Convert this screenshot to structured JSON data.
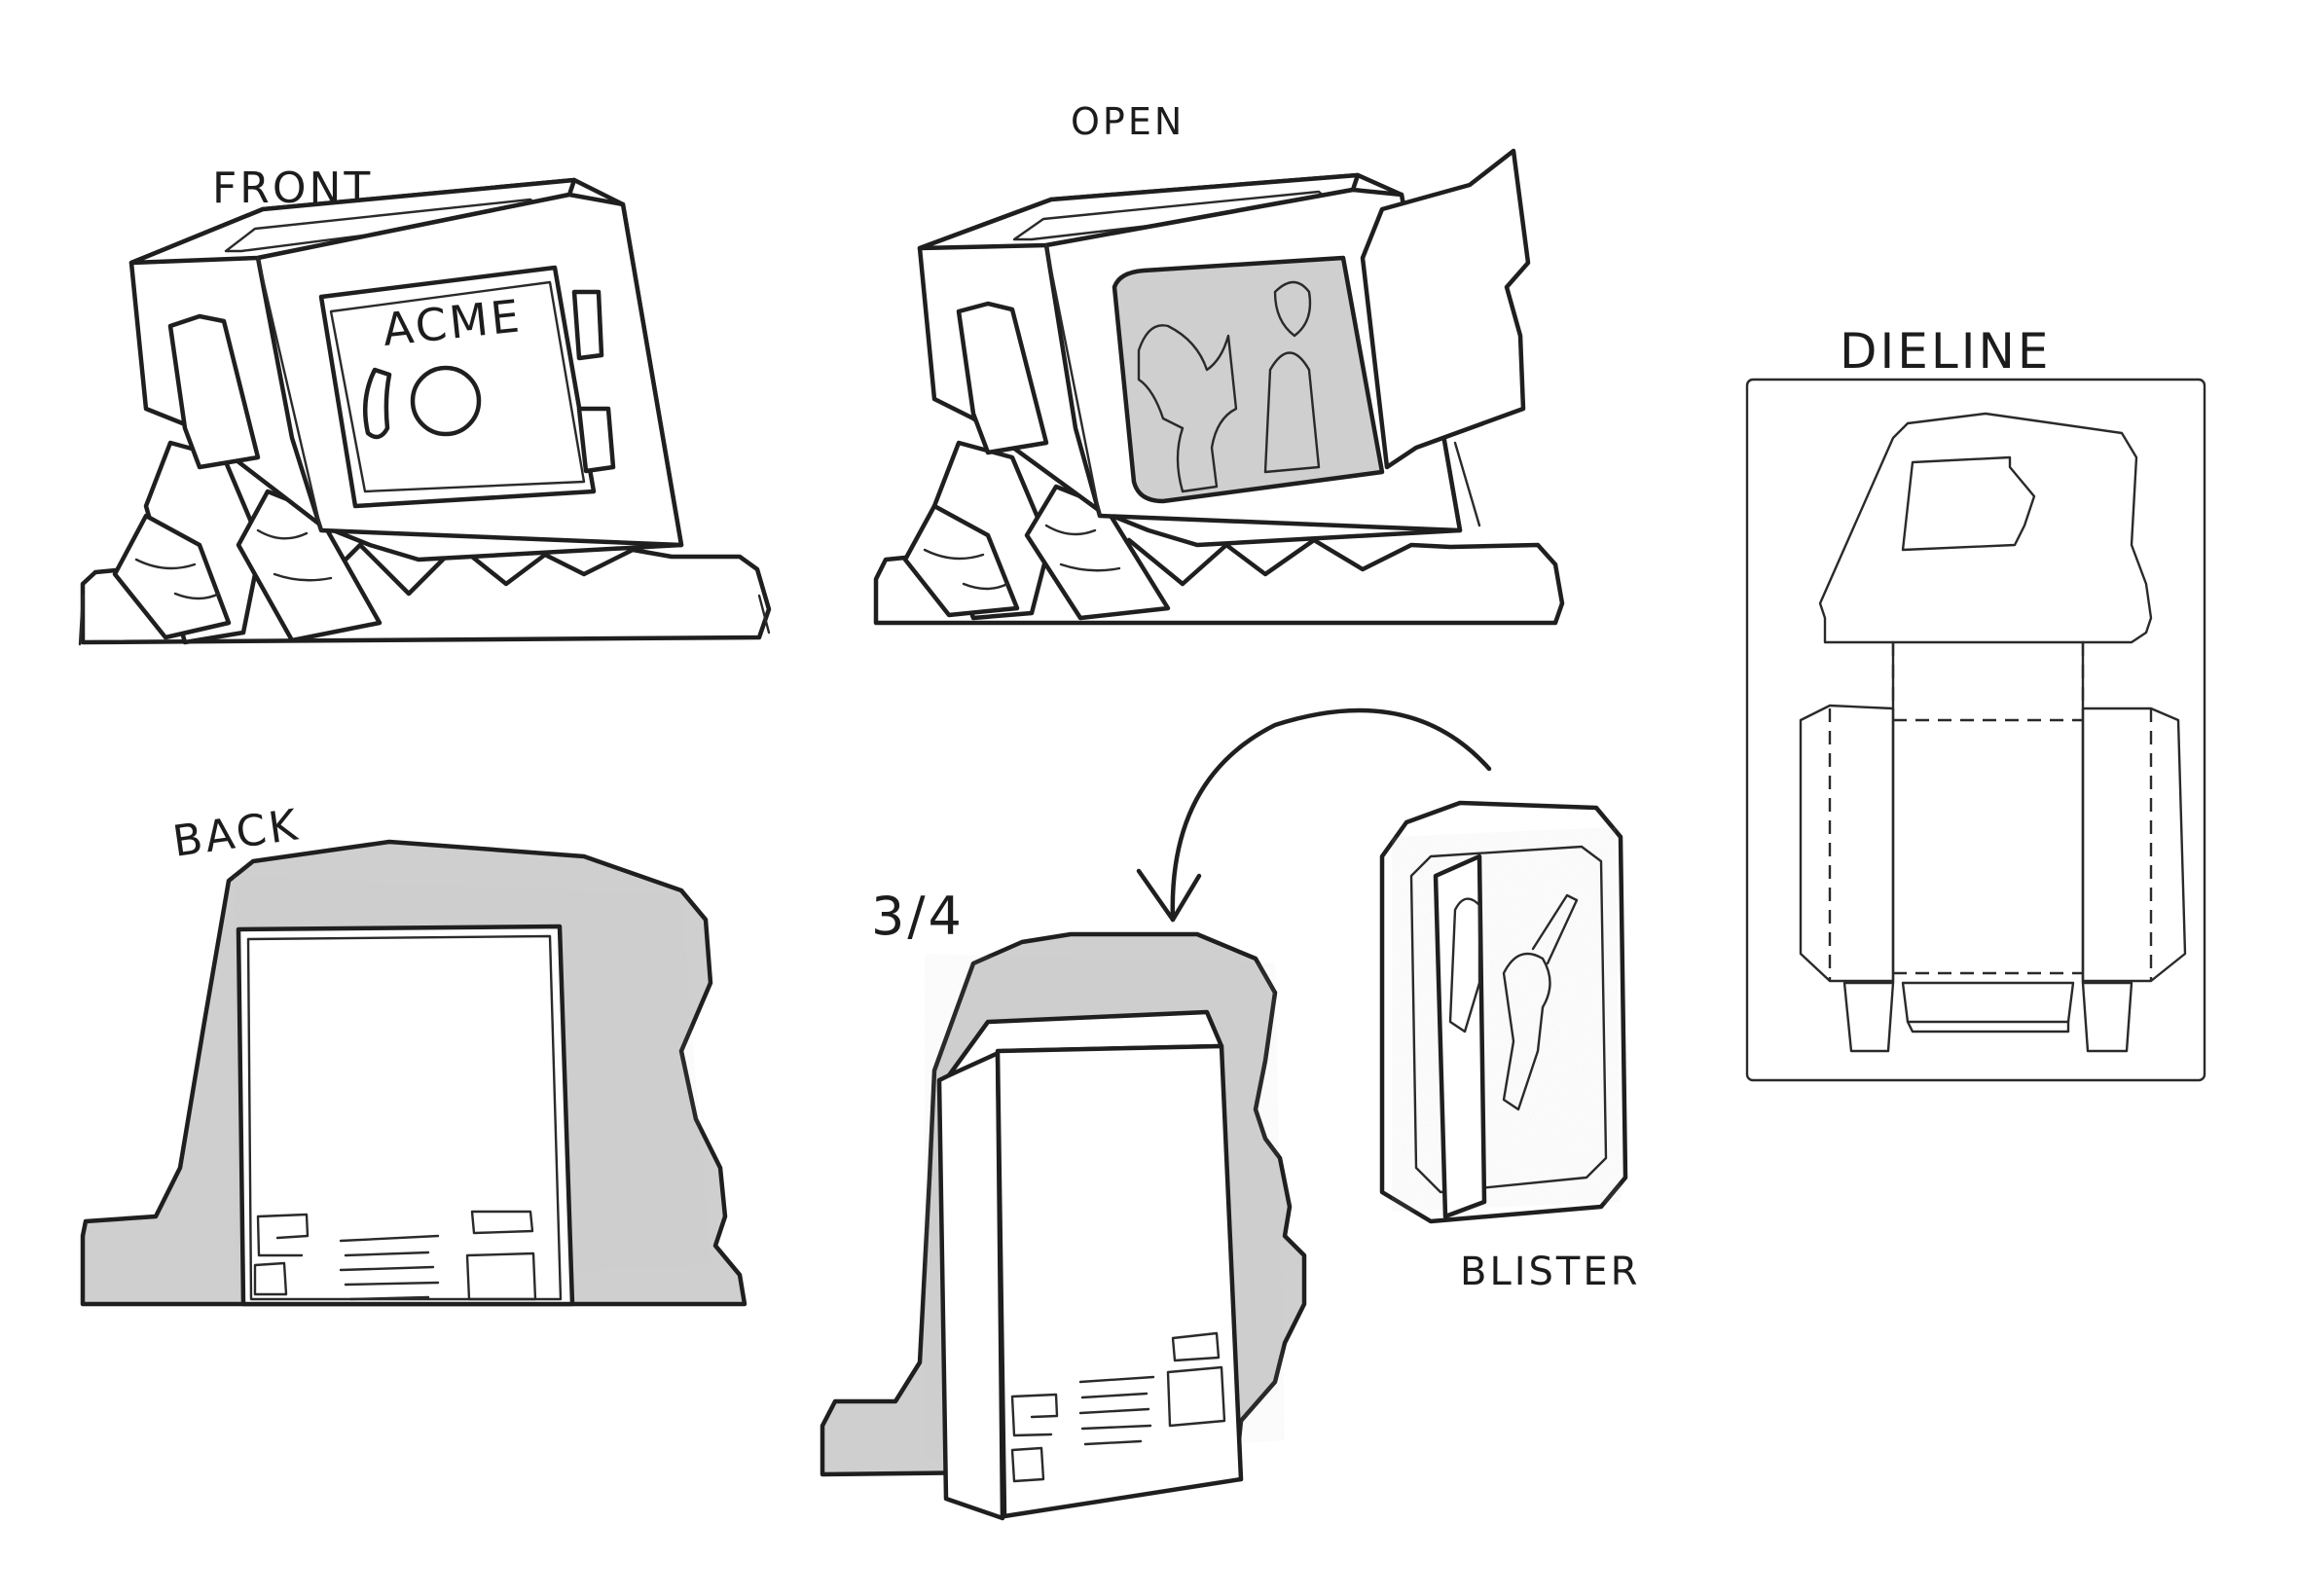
{
  "labels": {
    "front": "FRONT",
    "open": "OPEN",
    "dieline": "DIELINE",
    "back": "BACK",
    "three_quarter": "3/4",
    "blister": "BLISTER",
    "brand": "ACME"
  },
  "colors": {
    "ink": "#1f1f1f",
    "tone": "#cfcfcf",
    "paper": "#ffffff"
  }
}
